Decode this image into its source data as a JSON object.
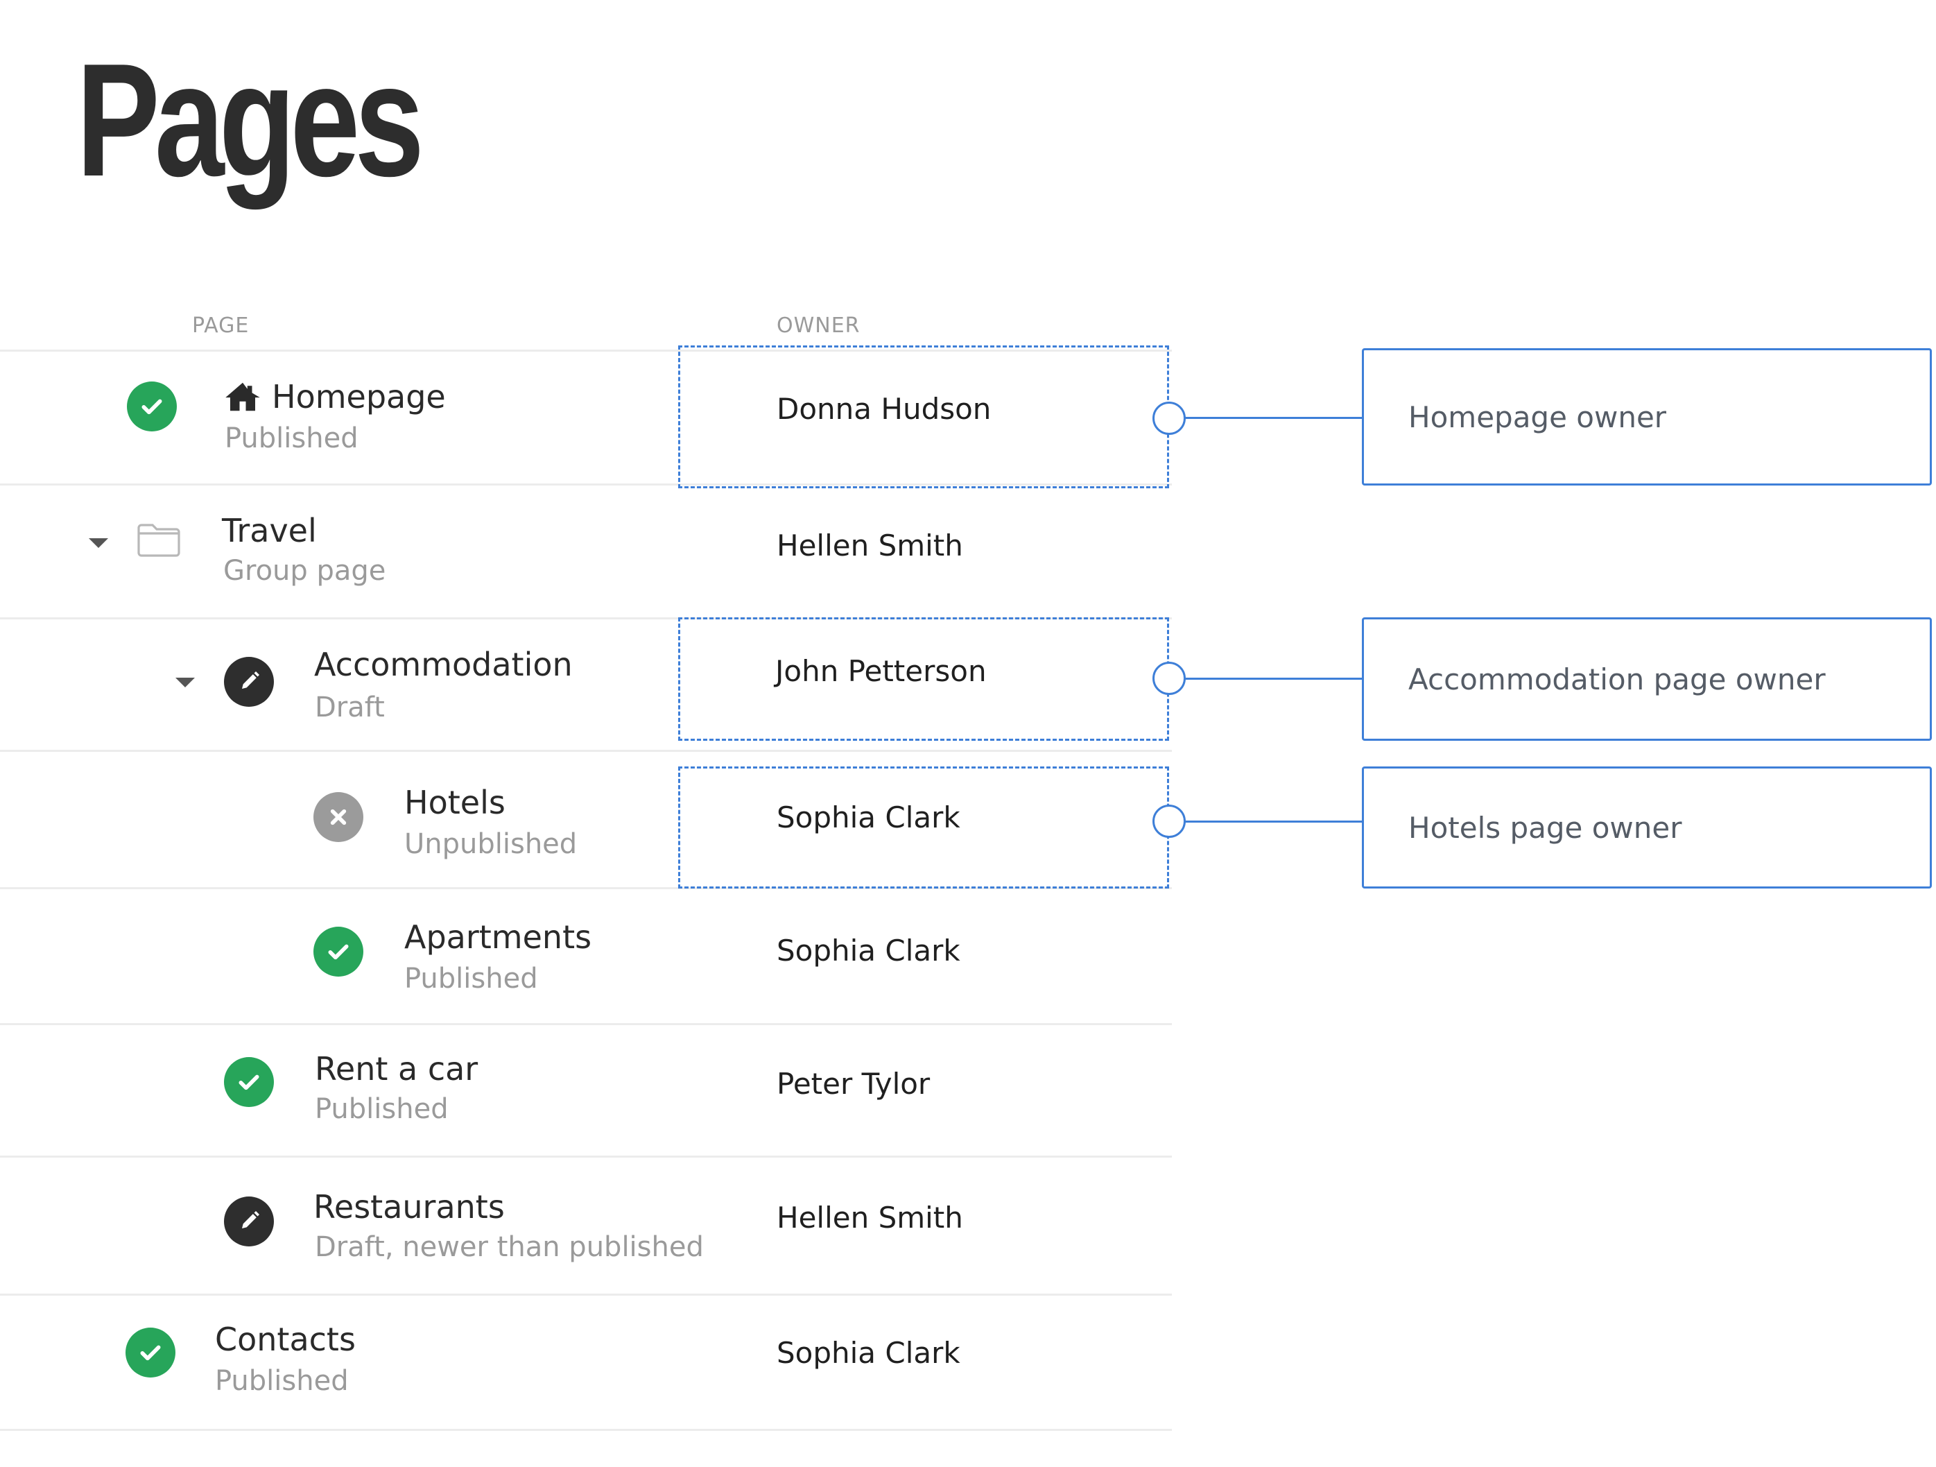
{
  "title": "Pages",
  "columns": {
    "page": "PAGE",
    "owner": "OWNER"
  },
  "rows": [
    {
      "name": "Homepage",
      "status": "Published",
      "owner": "Donna Hudson"
    },
    {
      "name": "Travel",
      "status": "Group page",
      "owner": "Hellen Smith"
    },
    {
      "name": "Accommodation",
      "status": "Draft",
      "owner": "John Petterson"
    },
    {
      "name": "Hotels",
      "status": "Unpublished",
      "owner": "Sophia Clark"
    },
    {
      "name": "Apartments",
      "status": "Published",
      "owner": "Sophia Clark"
    },
    {
      "name": "Rent a car",
      "status": "Published",
      "owner": "Peter Tylor"
    },
    {
      "name": "Restaurants",
      "status": "Draft, newer than published",
      "owner": "Hellen Smith"
    },
    {
      "name": "Contacts",
      "status": "Published",
      "owner": "Sophia Clark"
    }
  ],
  "annotations": {
    "homepage": "Homepage owner",
    "accommodation": "Accommodation page owner",
    "hotels": "Hotels page owner"
  },
  "colors": {
    "published": "#27a55a",
    "draft": "#2e2e2e",
    "unpublished": "#9b9b9b",
    "annotation": "#3e7fd8"
  },
  "icons": [
    "check-icon",
    "pencil-icon",
    "x-icon",
    "home-icon",
    "folder-icon",
    "caret-down-icon"
  ]
}
